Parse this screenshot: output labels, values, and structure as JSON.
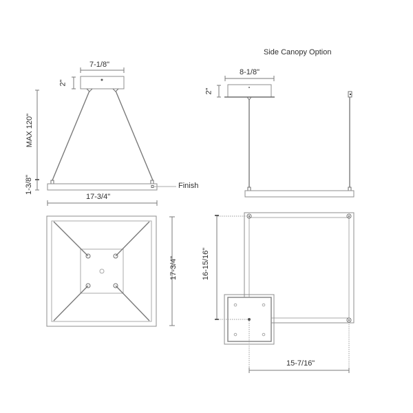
{
  "drawing": {
    "views": {
      "front_elevation": {
        "canopy_width": "7-1/8\"",
        "canopy_height": "2\"",
        "max_height": "MAX 120\"",
        "fixture_height": "1-3/8\"",
        "fixture_width": "17-3/4\"",
        "finish_callout": "Finish"
      },
      "side_canopy_elevation": {
        "title": "Side Canopy Option",
        "canopy_width": "8-1/8\"",
        "canopy_height": "2\""
      },
      "top_plan": {
        "depth": "17-3/4\""
      },
      "side_canopy_plan": {
        "offset_vertical": "16-15/16\"",
        "offset_horizontal": "15-7/16\""
      }
    },
    "colors": {
      "line": "#8c8c8c",
      "text": "#2e2e2e",
      "background": "#ffffff"
    }
  }
}
